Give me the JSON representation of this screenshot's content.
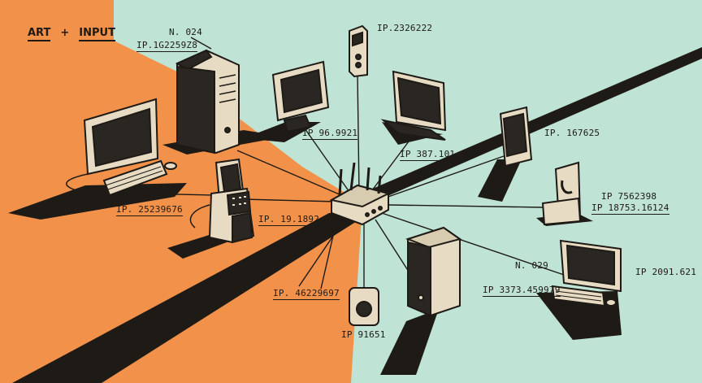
{
  "title": {
    "left": "ART",
    "plus": "+",
    "right": "INPUT"
  },
  "labels": {
    "node_top_left": "N. 024",
    "ip_top_left": "IP.1G2259Z8",
    "ip_top_center": "IP.2326222",
    "ip_center_left": "IP 96.9921",
    "ip_center_right": "IP 387.101",
    "ip_right_phone": "IP. 167625",
    "ip_left_kiosk": "IP. 25239676",
    "ip_router": "IP. 19.1892",
    "ip_desk_phone_a": "IP 7562398",
    "ip_desk_phone_b": "IP 18753.16124",
    "node_bottom_right": "N. 029",
    "ip_bottom_right_a": "IP 3373.459979",
    "ip_bottom_right_b": "IP 2091.621",
    "ip_bottom_center": "IP. 46229697",
    "ip_bottom_device": "IP 91651"
  },
  "colors": {
    "orange": "#f2924a",
    "mint": "#bfe3d4",
    "ink": "#1e1a16",
    "beige": "#e7dcc3",
    "screen": "#2a2622"
  }
}
